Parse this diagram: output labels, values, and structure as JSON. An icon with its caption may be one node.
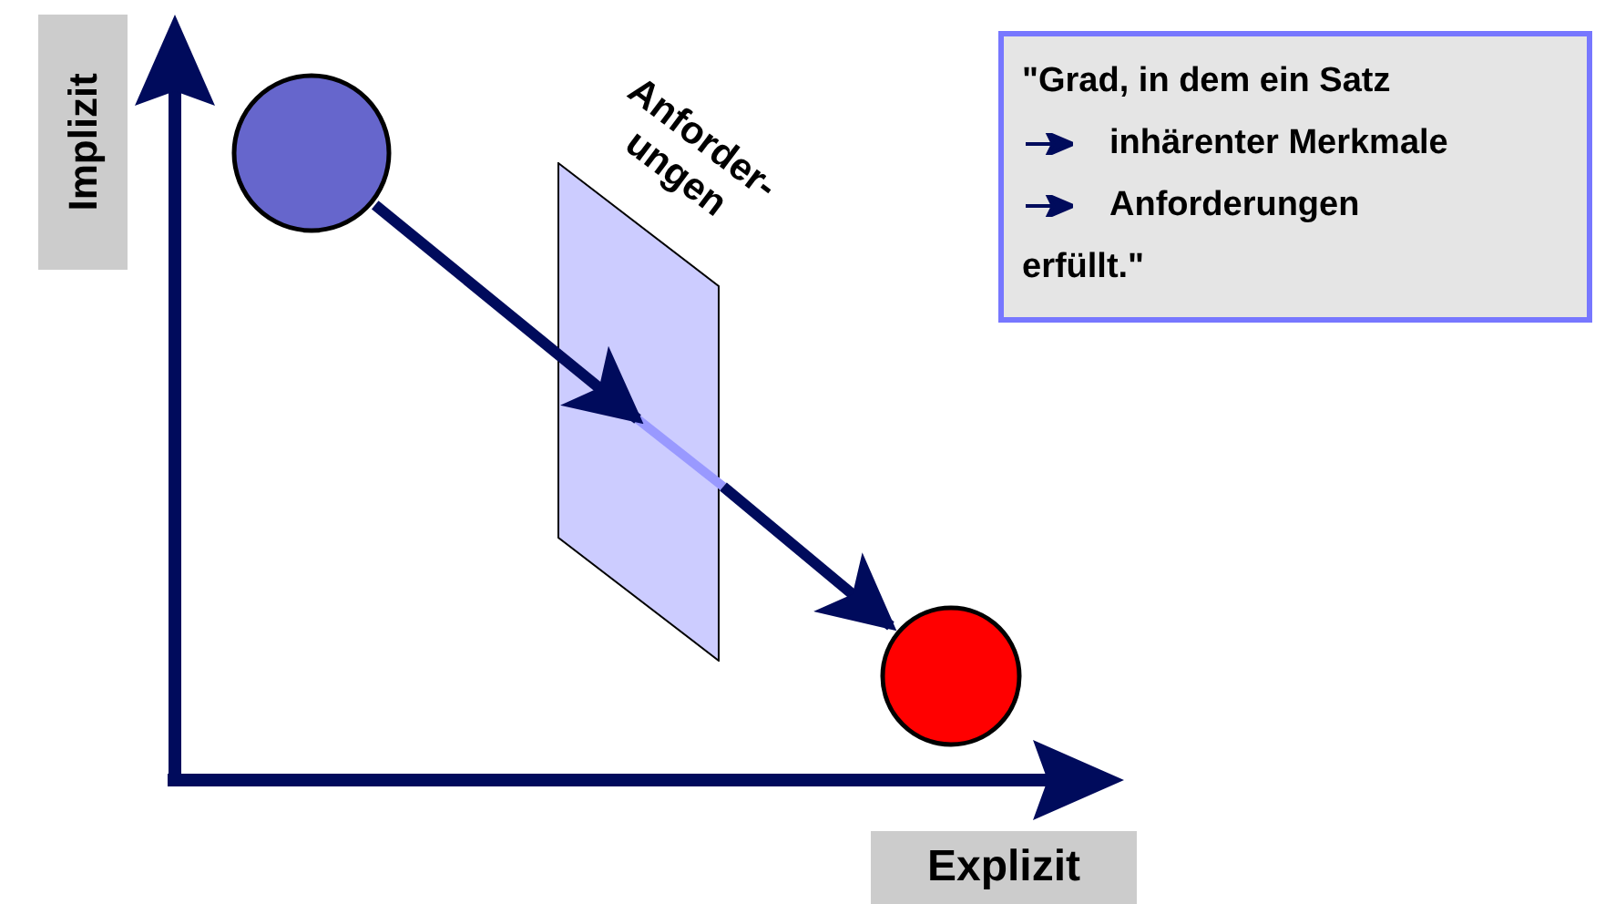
{
  "diagram": {
    "nodes": [
      {
        "text": [
          "Implizit"
        ]
      },
      {
        "text": [],
        "shape": "circle"
      },
      {
        "text": [],
        "shape": "box",
        "beside": [
          "Anforder- ungen"
        ]
      },
      {
        "text": [
          "\"Grad, in dem ein Satz",
          "inhärenter Merkmale",
          "Anforderungen",
          "erfüllt.\""
        ]
      },
      {
        "text": [],
        "shape": "circle"
      },
      {
        "text": [
          "Explizit"
        ]
      }
    ],
    "edges": [
      {
        "from": 1,
        "to": 2,
        "arrow": "to"
      },
      {
        "from": 2,
        "to": 4,
        "arrow": "to"
      }
    ]
  }
}
